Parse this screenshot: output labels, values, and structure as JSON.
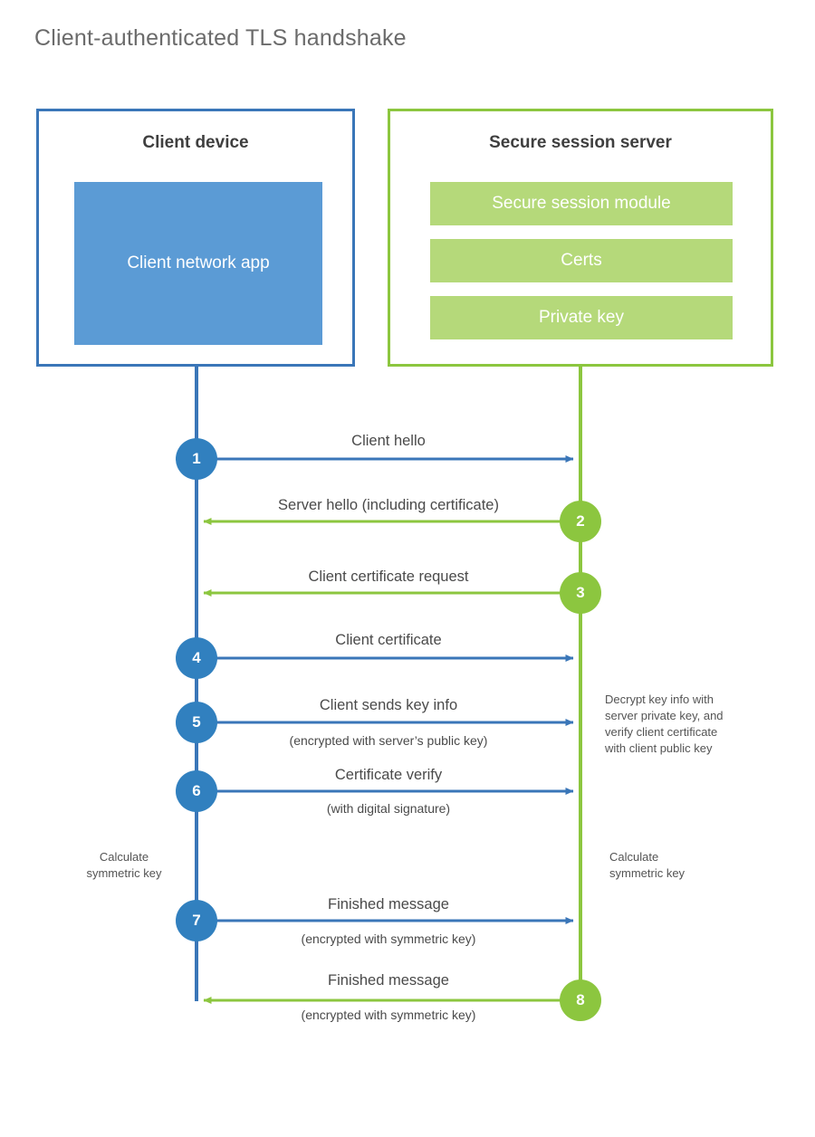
{
  "title": "Client-authenticated TLS handshake",
  "colors": {
    "client_blue": "#3a76b8",
    "client_app_blue": "#5b9bd5",
    "server_green": "#8cc63f",
    "server_module_green": "#b5d97a",
    "text_gray": "#4a4a4a",
    "title_gray": "#6b6b6b",
    "step_blue": "#3180bf"
  },
  "actors": {
    "client": {
      "title": "Client device",
      "block_label": "Client network app"
    },
    "server": {
      "title": "Secure session server",
      "modules": [
        {
          "label": "Secure session module"
        },
        {
          "label": "Certs"
        },
        {
          "label": "Private key"
        }
      ]
    }
  },
  "steps": [
    {
      "number": "1",
      "label": "Client hello",
      "sublabel": "",
      "direction": "client-to-server",
      "color": "blue"
    },
    {
      "number": "2",
      "label": "Server hello (including certificate)",
      "sublabel": "",
      "direction": "server-to-client",
      "color": "green"
    },
    {
      "number": "3",
      "label": "Client certificate request",
      "sublabel": "",
      "direction": "server-to-client",
      "color": "green"
    },
    {
      "number": "4",
      "label": "Client certificate",
      "sublabel": "",
      "direction": "client-to-server",
      "color": "blue"
    },
    {
      "number": "5",
      "label": "Client sends key info",
      "sublabel": "(encrypted with server’s public key)",
      "direction": "client-to-server",
      "color": "blue"
    },
    {
      "number": "6",
      "label": "Certificate verify",
      "sublabel": "(with digital signature)",
      "direction": "client-to-server",
      "color": "blue"
    },
    {
      "number": "7",
      "label": "Finished message",
      "sublabel": "(encrypted with symmetric key)",
      "direction": "client-to-server",
      "color": "blue"
    },
    {
      "number": "8",
      "label": "Finished message",
      "sublabel": "(encrypted with symmetric key)",
      "direction": "server-to-client",
      "color": "green"
    }
  ],
  "notes": {
    "server_decrypt": "Decrypt key info with\nserver private key, and\nverify client certificate\nwith client public key",
    "client_calculate": "Calculate\nsymmetric key",
    "server_calculate": "Calculate\nsymmetric key"
  }
}
